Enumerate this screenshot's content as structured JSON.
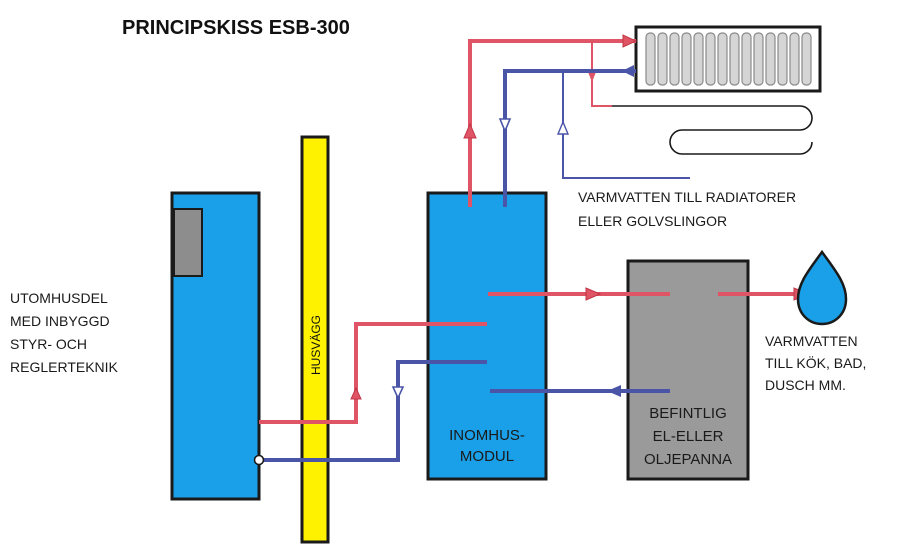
{
  "title": "PRINCIPSKISS ESB-300",
  "labels": {
    "outdoor": [
      "UTOMHUSDEL",
      "MED INBYGGD",
      "STYR- OCH",
      "REGLERTEKNIK"
    ],
    "wall": "HUSVÄGG",
    "indoor_module": [
      "INOMHUS-",
      "MODUL"
    ],
    "boiler": [
      "BEFINTLIG",
      "EL-ELLER",
      "OLJEPANNA"
    ],
    "radiators": [
      "VARMVATTEN TILL RADIATORER",
      "ELLER GOLVSLINGOR"
    ],
    "hot_water": [
      "VARMVATTEN",
      "TILL KÖK, BAD,",
      "DUSCH MM."
    ]
  },
  "colors": {
    "unit_blue": "#1aa0e8",
    "boiler_gray": "#9a9a9a",
    "wall_yellow": "#fff200",
    "hot_pipe": "#e05565",
    "cold_pipe": "#4a55a8",
    "outline": "#1a1a1a"
  },
  "icons": [
    "water-drop-icon",
    "radiator-icon",
    "floor-coil-icon"
  ]
}
